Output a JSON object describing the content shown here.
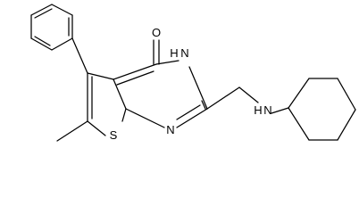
{
  "molecule": {
    "labels": {
      "carbonyl_oxygen": "O",
      "ring_nh": "H",
      "ring_nh_n": "N",
      "ring_n": "N",
      "sulfur": "S",
      "amine_h": "H",
      "amine_n": "N"
    }
  }
}
